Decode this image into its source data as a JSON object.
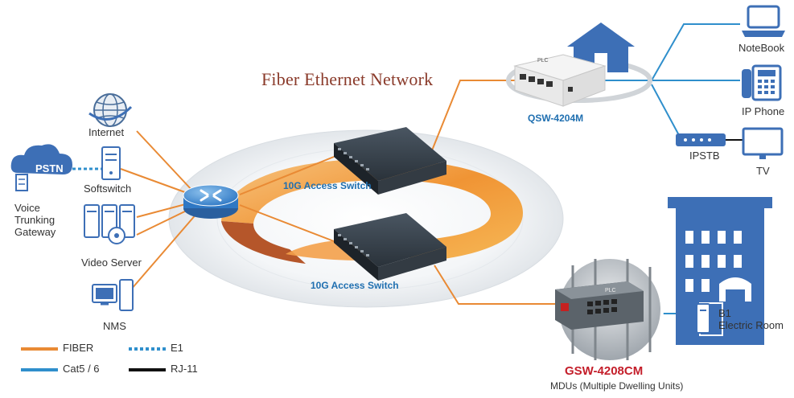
{
  "title": "Fiber Ethernet Network",
  "devices": {
    "internet": "Internet",
    "softswitch": "Softswitch",
    "pstn": "PSTN",
    "voice_gateway": [
      "Voice",
      "Trunking",
      "Gateway"
    ],
    "video_server": "Video Server",
    "nms": "NMS",
    "switch_top": "10G Access Switch",
    "switch_bottom": "10G Access Switch",
    "qsw": "QSW-4204M",
    "gsw": "GSW-4208CM",
    "mdu": "MDUs (Multiple Dwelling Units)",
    "notebook": "NoteBook",
    "ip_phone": "IP Phone",
    "ipstb": "IPSTB",
    "tv": "TV",
    "b1": "B1",
    "electric_room": "Electric Room",
    "device_brand": "PLC"
  },
  "legend": {
    "fiber": "FIBER",
    "e1": "E1",
    "cat5": "Cat5 / 6",
    "rj11": "RJ-11"
  },
  "colors": {
    "fiber": "#e98a34",
    "cat5": "#2f8fcc",
    "e1": "#2f8fcc",
    "rj11": "#111111",
    "icon_blue": "#3d6fb6",
    "ring": "#f2a23a"
  }
}
